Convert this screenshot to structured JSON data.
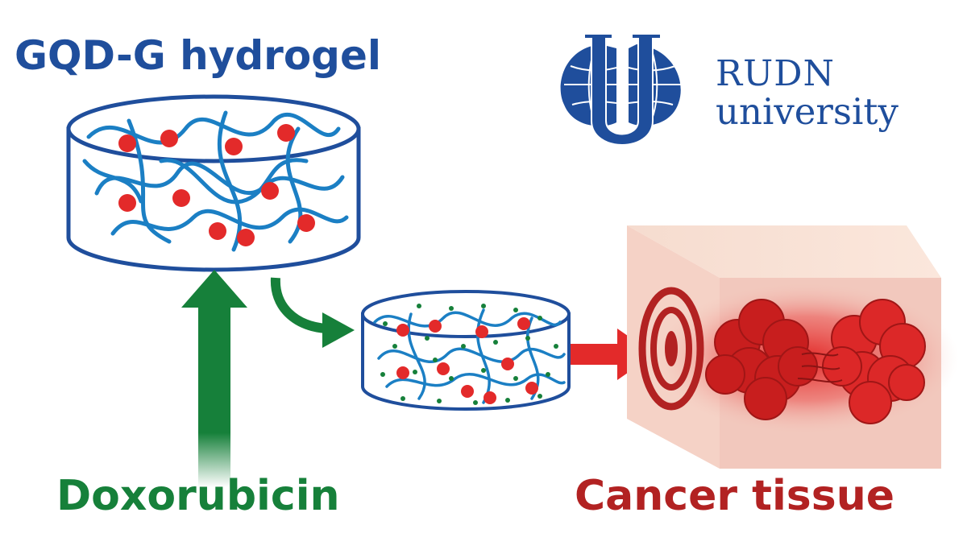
{
  "title": "GQD-G hydrogel",
  "drug_label": "Doxorubicin",
  "tissue_label": "Cancer tissue",
  "university": {
    "name_line1": "RUDN",
    "name_line2": "university"
  },
  "colors": {
    "brand_blue": "#1f4e9c",
    "fiber_blue": "#1b7fc4",
    "drug_red": "#e32a2a",
    "arrow_green": "#16803a",
    "arrow_red": "#e32a2a",
    "tissue_red": "#b22222",
    "tissue_block": "#f2c8bd"
  },
  "icons": [
    "rudn-logo-icon",
    "target-icon",
    "tumor-cluster-icon"
  ]
}
